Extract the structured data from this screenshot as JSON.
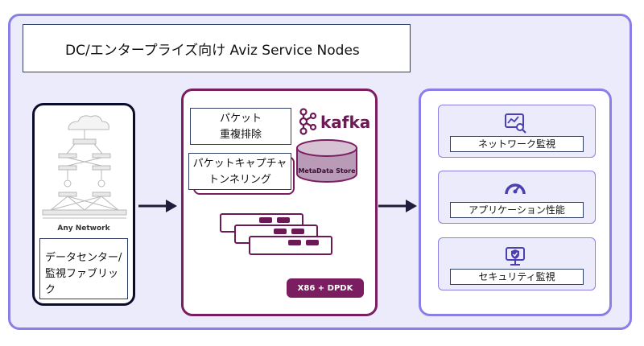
{
  "title": "DC/エンタープライズ向け Aviz Service Nodes",
  "left_panel": {
    "network_caption": "Any Network",
    "box_label_line1": "データセンター/",
    "box_label_line2": "監視ファブリック"
  },
  "center_panel": {
    "dedup_line1": "パケット",
    "dedup_line2": "重複排除",
    "capture_line1": "パケットキャプチャ",
    "capture_line2": "トンネリング",
    "kafka_label": "kafka",
    "metadata_store_label": "MetaData Store",
    "platform_badge": "X86 + DPDK"
  },
  "right_panel": {
    "cards": [
      {
        "label": "ネットワーク監視",
        "icon": "network-monitor-icon"
      },
      {
        "label": "アプリケーション性能",
        "icon": "speedometer-icon"
      },
      {
        "label": "セキュリティ監視",
        "icon": "shield-monitor-icon"
      }
    ]
  },
  "colors": {
    "frame_border": "#8a7fe6",
    "frame_fill": "#ecebfc",
    "center_border": "#7a1d61",
    "left_border": "#0b0b2b",
    "icon_purple": "#4b3fb3"
  }
}
